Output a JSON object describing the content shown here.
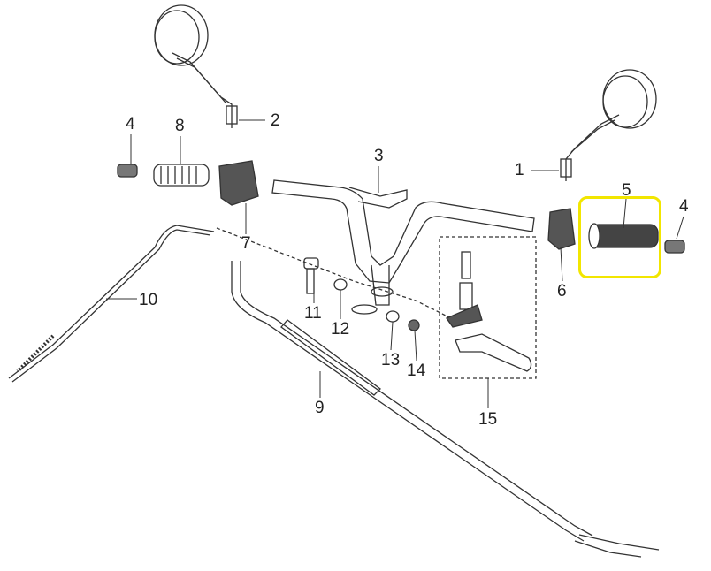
{
  "diagram": {
    "title": "Handlebar assembly exploded parts diagram",
    "callouts": {
      "mirror_right": "1",
      "mirror_left": "2",
      "handlebar": "3",
      "end_weight_left": "4",
      "end_weight_right": "4",
      "grip_right": "5",
      "switch_right": "6",
      "switch_left": "7",
      "grip_left": "8",
      "throttle_cable": "9",
      "brake_cable": "10",
      "bolt": "11",
      "washer": "12",
      "washer_small": "13",
      "nut": "14",
      "brake_lever_assembly": "15"
    },
    "highlight_color": "#f2e600",
    "highlighted_part": "5"
  }
}
